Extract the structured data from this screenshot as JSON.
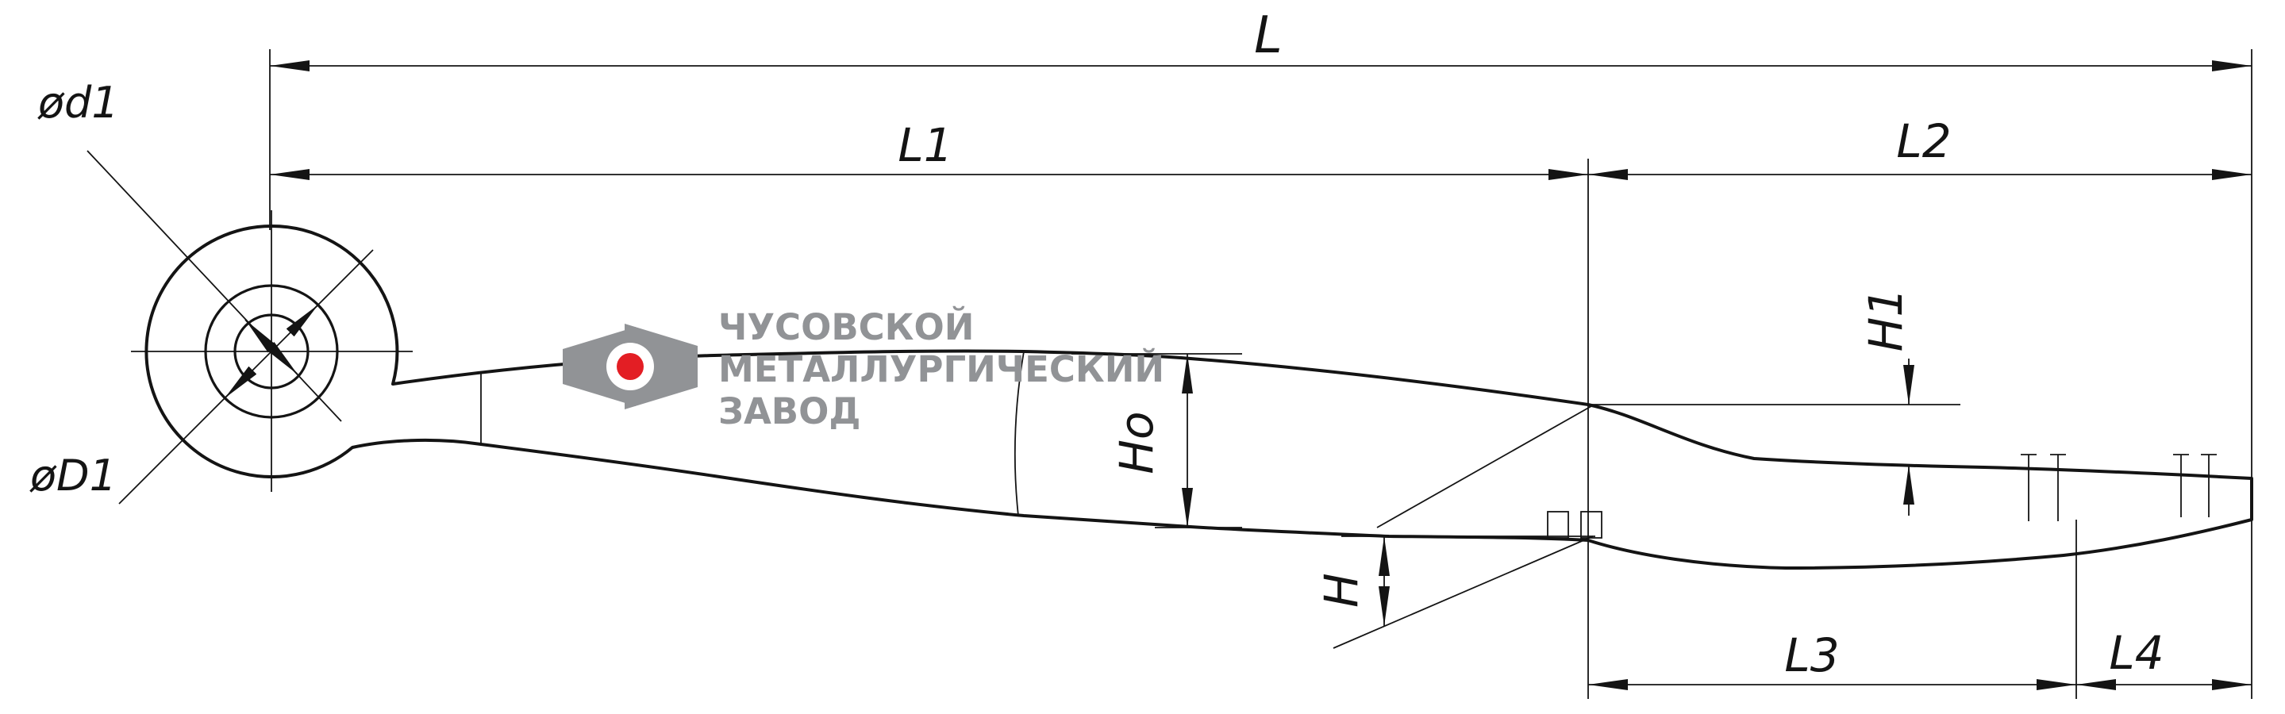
{
  "labels": {
    "L": "L",
    "L1": "L1",
    "L2": "L2",
    "L3": "L3",
    "L4": "L4",
    "Ho": "Ho",
    "H": "H",
    "H1": "H1",
    "d1": "ød1",
    "D1": "øD1"
  },
  "logo": {
    "line1": "ЧУСОВСКОЙ",
    "line2": "МЕТАЛЛУРГИЧЕСКИЙ",
    "line3": "ЗАВОД"
  },
  "colors": {
    "line": "#141414",
    "logo_gray": "#919396",
    "logo_red": "#e31e24",
    "background": "#ffffff"
  }
}
